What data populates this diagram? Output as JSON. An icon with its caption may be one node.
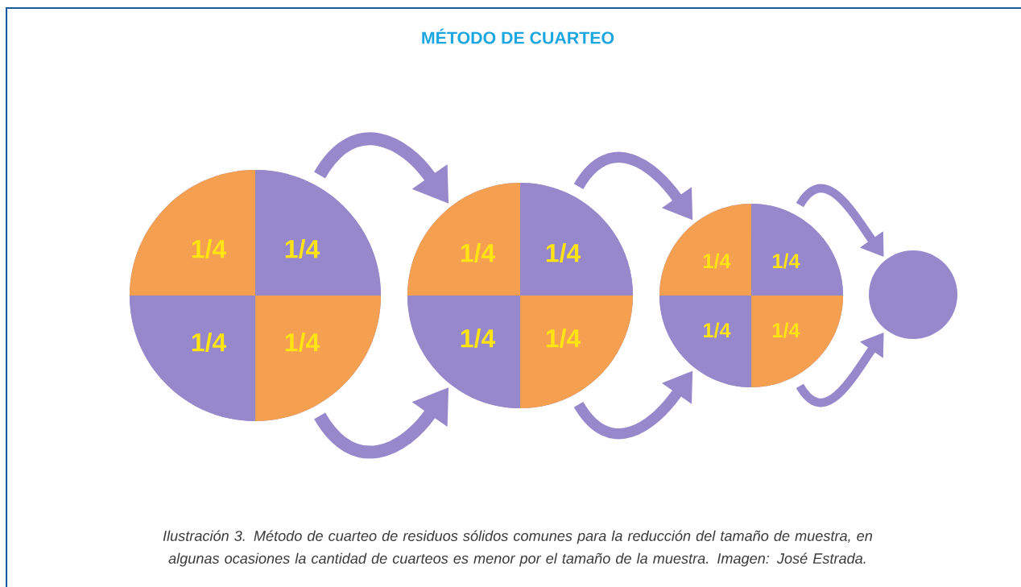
{
  "diagram": {
    "title": "MÉTODO DE CUARTEO",
    "caption": "Ilustración 3. Método de cuarteo de residuos sólidos comunes para la reducción del tamaño de muestra, en algunas ocasiones la cantidad de cuarteos es menor por el tamaño de la muestra. Imagen: José Estrada.",
    "nodes": [
      {
        "text": [],
        "shape": "circle"
      },
      {
        "text": [
          "1/4"
        ],
        "in": 0
      },
      {
        "text": [
          "1/4"
        ],
        "in": 0
      },
      {
        "text": [
          "1/4"
        ],
        "in": 0
      },
      {
        "text": [
          "1/4"
        ],
        "in": 0
      },
      {
        "text": [],
        "shape": "circle"
      },
      {
        "text": [
          "1/4"
        ],
        "in": 5
      },
      {
        "text": [
          "1/4"
        ],
        "in": 5
      },
      {
        "text": [
          "1/4"
        ],
        "in": 5
      },
      {
        "text": [
          "1/4"
        ],
        "in": 5
      },
      {
        "text": [],
        "shape": "circle"
      },
      {
        "text": [
          "1/4"
        ],
        "in": 10
      },
      {
        "text": [
          "1/4"
        ],
        "in": 10
      },
      {
        "text": [
          "1/4"
        ],
        "in": 10
      },
      {
        "text": [
          "1/4"
        ],
        "in": 10
      },
      {
        "text": [],
        "shape": "circle"
      }
    ],
    "edges": [
      {
        "from": 0,
        "to": 5,
        "arrow": "to"
      },
      {
        "from": 0,
        "to": 5,
        "arrow": "to"
      },
      {
        "from": 5,
        "to": 10,
        "arrow": "to"
      },
      {
        "from": 5,
        "to": 10,
        "arrow": "to"
      },
      {
        "from": 10,
        "to": 15,
        "arrow": "to"
      },
      {
        "from": 10,
        "to": 15,
        "arrow": "to"
      }
    ]
  }
}
